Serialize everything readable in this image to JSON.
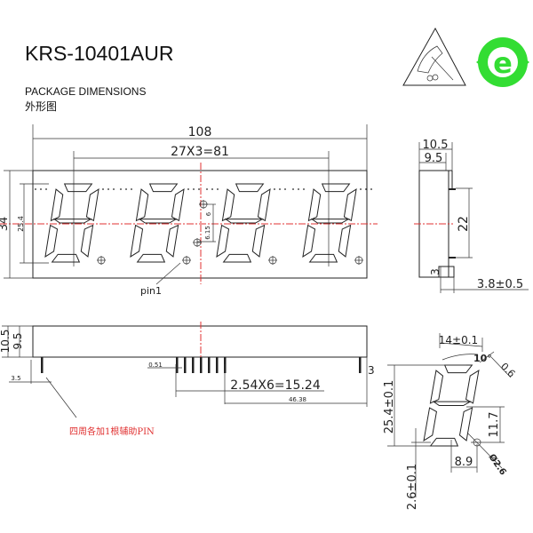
{
  "header": {
    "part_number": "KRS-10401AUR",
    "section_title": "PACKAGE DIMENSIONS",
    "section_title_cn": "外形图"
  },
  "icons": {
    "esd": "esd-warning-icon",
    "eco": "environmental-protection-icon"
  },
  "colors": {
    "centerline": "#e03030",
    "eco_green": "#33dd33",
    "note": "#e03030"
  },
  "front_view": {
    "overall_width": "108",
    "digit_pitch": "27X3=81",
    "overall_height": "34",
    "digit_height": "25.4",
    "dp_offset_1": "6",
    "dp_offset_2": "6.15",
    "pin1_label": "pin1",
    "digit_count": 4
  },
  "side_view": {
    "total_depth": "10.5",
    "body_depth": "9.5",
    "pin_span": "22",
    "standoff": "3",
    "pin_length": "3.8±0.5"
  },
  "bottom_view": {
    "total_depth": "10.5",
    "body_depth": "9.5",
    "edge_offset": "3.5",
    "pin_width": "0.51",
    "pin_pitch": "2.54X6=15.24",
    "pin_to_edge": "46.38",
    "standoff": "3",
    "note_cn": "四周各加1根辅助PIN"
  },
  "digit_detail": {
    "digit_width": "14±0.1",
    "slant_angle": "10°",
    "segment_gap": "0.6",
    "digit_height": "25.4±0.1",
    "mid_height": "11.7",
    "dp_offset": "8.9",
    "dp_diameter": "Ø2.6",
    "bottom_offset": "2.6±0.1"
  }
}
